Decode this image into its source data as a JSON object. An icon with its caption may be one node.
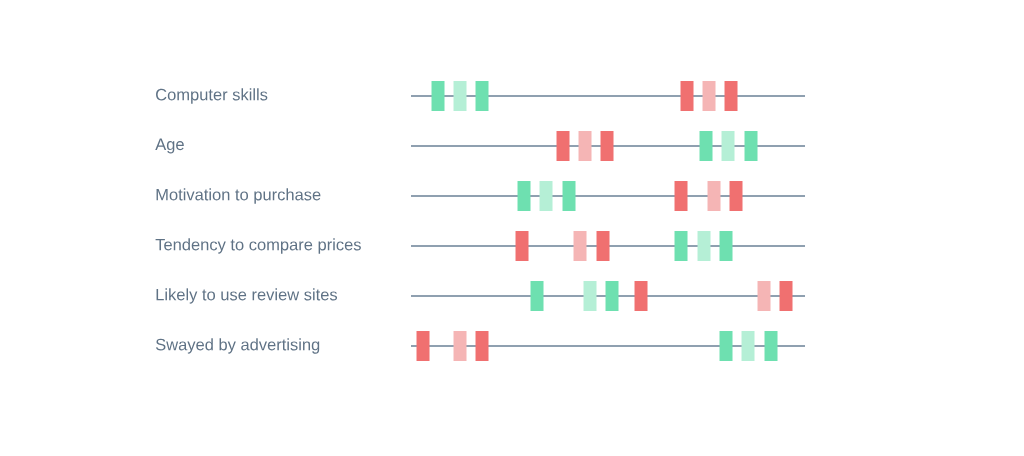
{
  "diagram": {
    "labels": [
      "Computer skills",
      "Age",
      "Motivation to purchase",
      "Tendency to compare prices",
      "Likely to use review sites",
      "Swayed by advertising"
    ]
  }
}
